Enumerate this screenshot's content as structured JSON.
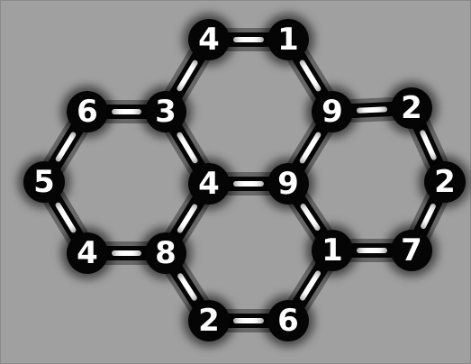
{
  "nodes": [
    {
      "id": "n1",
      "value": "4"
    },
    {
      "id": "n2",
      "value": "1"
    },
    {
      "id": "n3",
      "value": "6"
    },
    {
      "id": "n4",
      "value": "3"
    },
    {
      "id": "n5",
      "value": "9"
    },
    {
      "id": "n6",
      "value": "2"
    },
    {
      "id": "n7",
      "value": "5"
    },
    {
      "id": "n8",
      "value": "4"
    },
    {
      "id": "n9",
      "value": "9"
    },
    {
      "id": "n10",
      "value": "2"
    },
    {
      "id": "n11",
      "value": "4"
    },
    {
      "id": "n12",
      "value": "8"
    },
    {
      "id": "n13",
      "value": "1"
    },
    {
      "id": "n14",
      "value": "7"
    },
    {
      "id": "n15",
      "value": "2"
    },
    {
      "id": "n16",
      "value": "6"
    }
  ],
  "edges": [
    [
      "n1",
      "n2"
    ],
    [
      "n1",
      "n4"
    ],
    [
      "n2",
      "n5"
    ],
    [
      "n3",
      "n4"
    ],
    [
      "n4",
      "n8"
    ],
    [
      "n5",
      "n6"
    ],
    [
      "n5",
      "n9"
    ],
    [
      "n6",
      "n10"
    ],
    [
      "n3",
      "n7"
    ],
    [
      "n7",
      "n11"
    ],
    [
      "n8",
      "n9"
    ],
    [
      "n8",
      "n12"
    ],
    [
      "n9",
      "n13"
    ],
    [
      "n10",
      "n14"
    ],
    [
      "n11",
      "n12"
    ],
    [
      "n13",
      "n14"
    ],
    [
      "n12",
      "n15"
    ],
    [
      "n13",
      "n16"
    ],
    [
      "n15",
      "n16"
    ]
  ]
}
